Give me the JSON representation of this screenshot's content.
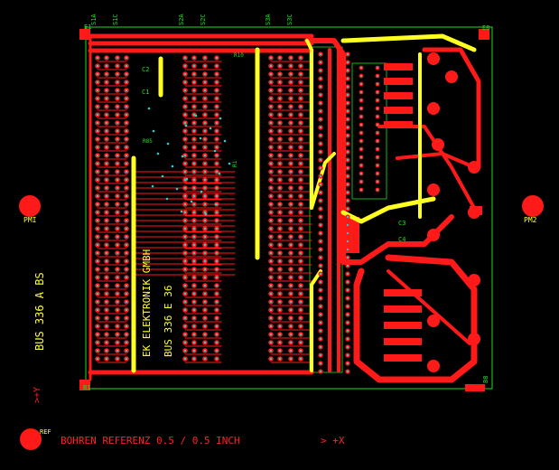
{
  "board": {
    "label": "BUS 336 A BS",
    "footer": "BOHREN REFERENZ 0.5 / 0.5 INCH",
    "footer_axis": "> +X",
    "y_axis": ">+Y",
    "ref": "REF",
    "pmi": "PMI",
    "pm2": "PM2",
    "company": "EK ELEKTRONIK GMBH",
    "part": "BUS 336 E 36",
    "corner_tl": "E1",
    "corner_tr": "E8",
    "corner_bl": "B1",
    "corner_br": "B8"
  },
  "connectors": {
    "s1a": "S1A",
    "s1c": "S1C",
    "s2a": "S2A",
    "s2c": "S2C",
    "s3a": "S3A",
    "s3c": "S3C"
  },
  "components": {
    "c1": "C1",
    "c2": "C2",
    "c3": "C3",
    "c4": "C4",
    "r1": "R1",
    "r85": "R85",
    "r10": "R10"
  },
  "colors": {
    "background": "#000000",
    "copper_top": "#ff1a1a",
    "copper_bottom": "#ffff22",
    "silk": "#22dd22",
    "drill": "#33cccc"
  }
}
